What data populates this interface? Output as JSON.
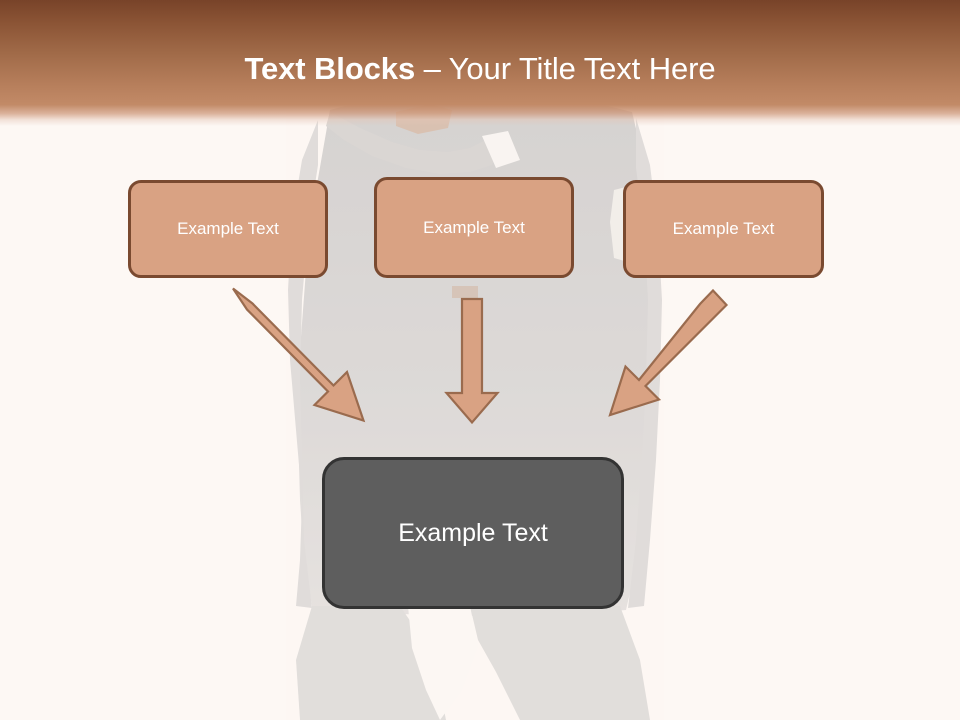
{
  "slide": {
    "background_color": "#fdf8f4",
    "background_photo": {
      "description": "faded grayscale photo of a person in a suit standing with hands behind back",
      "silhouette_color": "#d2d0cf"
    }
  },
  "header": {
    "title_bold": "Text Blocks ",
    "title_regular": "– Your Title Text Here",
    "title_color": "#ffffff",
    "gradient_from": "#784329",
    "gradient_to": "#c28a67"
  },
  "diagram": {
    "type": "converging-blocks",
    "accent_fill": "#d9a283",
    "accent_border": "#7a4a30",
    "result_fill": "#5e5e5e",
    "result_border": "#333333",
    "top_boxes": [
      {
        "label": "Example Text"
      },
      {
        "label": "Example Text"
      },
      {
        "label": "Example Text"
      }
    ],
    "arrows": [
      {
        "name": "arrow-left-diagonal",
        "direction": "down-right"
      },
      {
        "name": "arrow-middle-vertical",
        "direction": "down"
      },
      {
        "name": "arrow-right-diagonal",
        "direction": "down-left"
      }
    ],
    "bottom_box": {
      "label": "Example Text"
    }
  }
}
